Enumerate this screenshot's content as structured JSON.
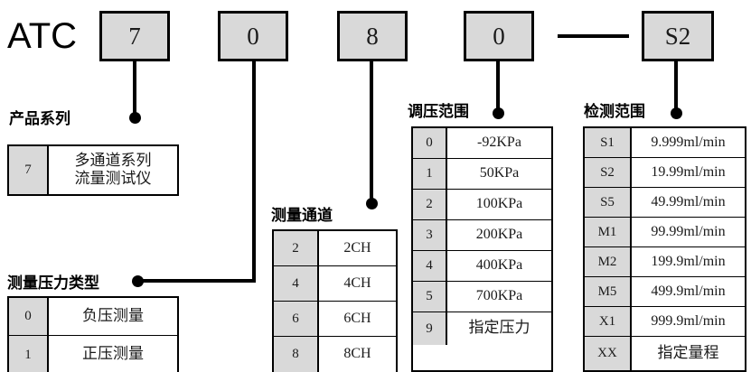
{
  "diagram": {
    "brand": "ATC",
    "separator_dash": "—",
    "code_boxes": [
      {
        "name": "series",
        "value": "7"
      },
      {
        "name": "pressure-type",
        "value": "0"
      },
      {
        "name": "channels",
        "value": "8"
      },
      {
        "name": "pressure-range",
        "value": "0"
      },
      {
        "name": "detection-range",
        "value": "S2"
      }
    ]
  },
  "sections": {
    "product_series": {
      "caption": "产品系列",
      "rows": [
        {
          "code": "7",
          "value_line1": "多通道系列",
          "value_line2": "流量测试仪"
        }
      ]
    },
    "pressure_type": {
      "caption": "测量压力类型",
      "rows": [
        {
          "code": "0",
          "value": "负压测量"
        },
        {
          "code": "1",
          "value": "正压测量"
        }
      ]
    },
    "measure_channel": {
      "caption": "测量通道",
      "rows": [
        {
          "code": "2",
          "value": "2CH"
        },
        {
          "code": "4",
          "value": "4CH"
        },
        {
          "code": "6",
          "value": "6CH"
        },
        {
          "code": "8",
          "value": "8CH"
        }
      ]
    },
    "pressure_range": {
      "caption": "调压范围",
      "rows": [
        {
          "code": "0",
          "value": "-92KPa"
        },
        {
          "code": "1",
          "value": "50KPa"
        },
        {
          "code": "2",
          "value": "100KPa"
        },
        {
          "code": "3",
          "value": "200KPa"
        },
        {
          "code": "4",
          "value": "400KPa"
        },
        {
          "code": "5",
          "value": "700KPa"
        },
        {
          "code": "9",
          "value": "指定压力"
        }
      ]
    },
    "detection_range": {
      "caption": "检测范围",
      "rows": [
        {
          "code": "S1",
          "value": "9.999ml/min"
        },
        {
          "code": "S2",
          "value": "19.99ml/min"
        },
        {
          "code": "S5",
          "value": "49.99ml/min"
        },
        {
          "code": "M1",
          "value": "99.99ml/min"
        },
        {
          "code": "M2",
          "value": "199.9ml/min"
        },
        {
          "code": "M5",
          "value": "499.9ml/min"
        },
        {
          "code": "X1",
          "value": "999.9ml/min"
        },
        {
          "code": "XX",
          "value": "指定量程"
        }
      ]
    }
  },
  "colors": {
    "box_fill": "#d9d9d9",
    "line": "#000000",
    "background": "#ffffff"
  }
}
